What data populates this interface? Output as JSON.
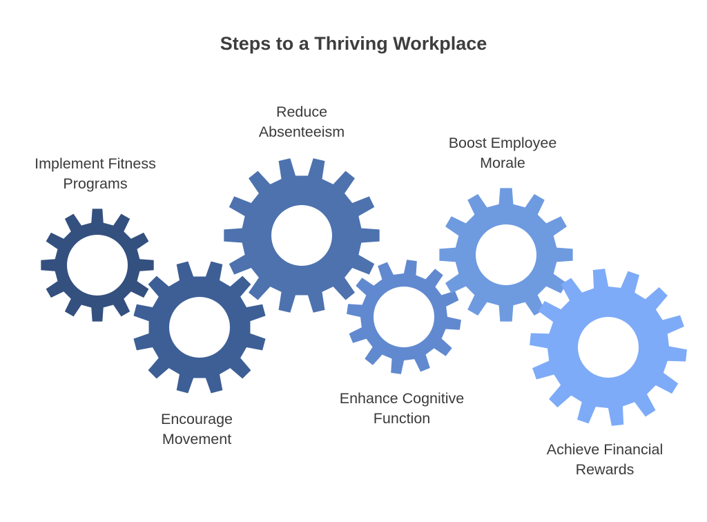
{
  "title": "Steps to a Thriving Workplace",
  "steps": [
    {
      "lines": [
        "Implement Fitness",
        "Programs"
      ],
      "color": "#34507f"
    },
    {
      "lines": [
        "Encourage",
        "Movement"
      ],
      "color": "#3d5f96"
    },
    {
      "lines": [
        "Reduce",
        "Absenteeism"
      ],
      "color": "#4d72ae"
    },
    {
      "lines": [
        "Enhance Cognitive",
        "Function"
      ],
      "color": "#6189cf"
    },
    {
      "lines": [
        "Boost Employee",
        "Morale"
      ],
      "color": "#6e9ae0"
    },
    {
      "lines": [
        "Achieve Financial",
        "Rewards"
      ],
      "color": "#7eabf7"
    }
  ]
}
